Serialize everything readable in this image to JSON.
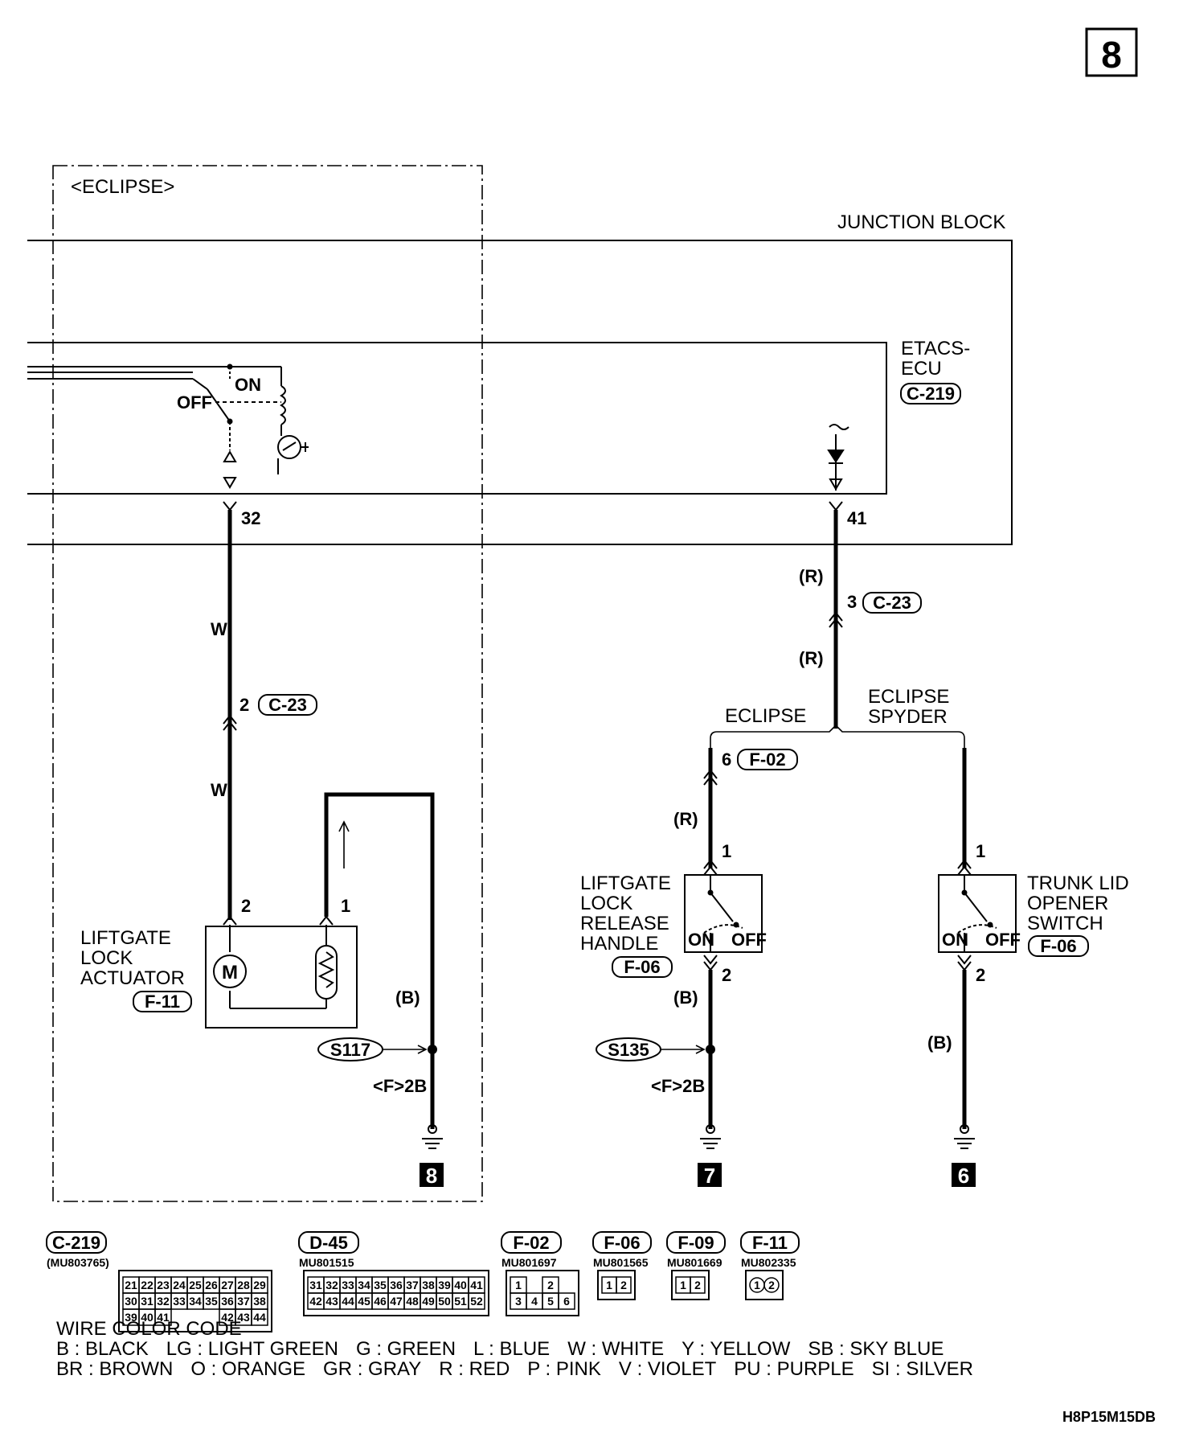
{
  "page_number": "8",
  "region_label": "<ECLIPSE>",
  "junction_block": "JUNCTION BLOCK",
  "etacs": {
    "line1": "ETACS-",
    "line2": "ECU",
    "connector": "C-219"
  },
  "switch_labels": {
    "on": "ON",
    "off": "OFF"
  },
  "terminals": {
    "left_jb": "32",
    "right_jb": "41"
  },
  "wires": {
    "white": "W",
    "red": "(R)",
    "black": "(B)"
  },
  "connectors": {
    "c23_left": {
      "pin": "2",
      "name": "C-23"
    },
    "c23_right": {
      "pin": "3",
      "name": "C-23"
    },
    "f02": {
      "pin": "6",
      "name": "F-02"
    }
  },
  "branches": {
    "eclipse": "ECLIPSE",
    "spyder1": "ECLIPSE",
    "spyder2": "SPYDER"
  },
  "actuator": {
    "lines": [
      "LIFTGATE",
      "LOCK",
      "ACTUATOR"
    ],
    "connector": "F-11",
    "pin_left": "2",
    "pin_right": "1"
  },
  "release_handle": {
    "lines": [
      "LIFTGATE",
      "LOCK",
      "RELEASE",
      "HANDLE"
    ],
    "connector": "F-06",
    "pin_top": "1",
    "pin_bottom": "2"
  },
  "trunk_switch": {
    "lines": [
      "TRUNK LID",
      "OPENER",
      "SWITCH"
    ],
    "connector": "F-06",
    "pin_top": "1",
    "pin_bottom": "2"
  },
  "splices": {
    "left": "S117",
    "mid": "S135",
    "ground_ref": "<F>2B"
  },
  "grounds": {
    "left": "8",
    "mid": "7",
    "right": "6"
  },
  "connector_views": [
    {
      "name": "C-219",
      "part": "(MU803765)",
      "rows": [
        [
          "21",
          "22",
          "23",
          "24",
          "25",
          "26",
          "27",
          "28",
          "29"
        ],
        [
          "30",
          "31",
          "32",
          "33",
          "34",
          "35",
          "36",
          "37",
          "38"
        ],
        [
          "39",
          "40",
          "41",
          "",
          "",
          "",
          "42",
          "43",
          "44"
        ]
      ]
    },
    {
      "name": "D-45",
      "part": "MU801515",
      "rows": [
        [
          "31",
          "32",
          "33",
          "34",
          "35",
          "36",
          "37",
          "38",
          "39",
          "40",
          "41"
        ],
        [
          "42",
          "43",
          "44",
          "45",
          "46",
          "47",
          "48",
          "49",
          "50",
          "51",
          "52"
        ]
      ]
    },
    {
      "name": "F-02",
      "part": "MU801697",
      "rows": [
        [
          "1",
          "",
          "2"
        ],
        [
          "3",
          "4",
          "5",
          "6"
        ]
      ]
    },
    {
      "name": "F-06",
      "part": "MU801565",
      "rows": [
        [
          "1",
          "2"
        ]
      ]
    },
    {
      "name": "F-09",
      "part": "MU801669",
      "rows": [
        [
          "1",
          "2"
        ]
      ]
    },
    {
      "name": "F-11",
      "part": "MU802335",
      "rows": [
        [
          "1",
          "2"
        ]
      ]
    }
  ],
  "legend": {
    "title": "WIRE COLOR CODE",
    "row1": [
      "B : BLACK",
      "LG : LIGHT GREEN",
      "G : GREEN",
      "L : BLUE",
      "W : WHITE",
      "Y : YELLOW",
      "SB : SKY BLUE"
    ],
    "row2": [
      "BR : BROWN",
      "O : ORANGE",
      "GR : GRAY",
      "R : RED",
      "P : PINK",
      "V : VIOLET",
      "PU : PURPLE",
      "SI : SILVER"
    ]
  },
  "drawing_code": "H8P15M15DB"
}
